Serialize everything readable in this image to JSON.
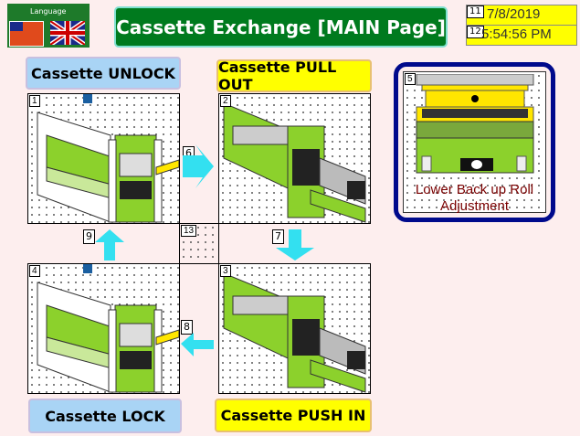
{
  "header": {
    "title": "Cassette Exchange [MAIN Page]",
    "language_label": "Language",
    "date_index": "11",
    "date": "7/8/2019",
    "time_index": "12",
    "time": "5:54:56 PM"
  },
  "steps": {
    "unlock": {
      "label": "Cassette UNLOCK",
      "index": "1"
    },
    "pull_out": {
      "label": "Cassette PULL OUT",
      "index": "2"
    },
    "push_in": {
      "label": "Cassette PUSH IN",
      "index": "3"
    },
    "lock": {
      "label": "Cassette LOCK",
      "index": "4"
    },
    "center_index": "13"
  },
  "arrows": {
    "right": "6",
    "down": "7",
    "left": "8",
    "up": "9"
  },
  "roll_adjust": {
    "index": "5",
    "label_line1": "Lower Back up Roll",
    "label_line2": "Adjustment"
  },
  "colors": {
    "title_bg": "#007a1e",
    "machine_green": "#8cd12c",
    "arrow": "#33e0f0",
    "roll_border": "#000a8c",
    "roll_text": "#7a0000"
  }
}
